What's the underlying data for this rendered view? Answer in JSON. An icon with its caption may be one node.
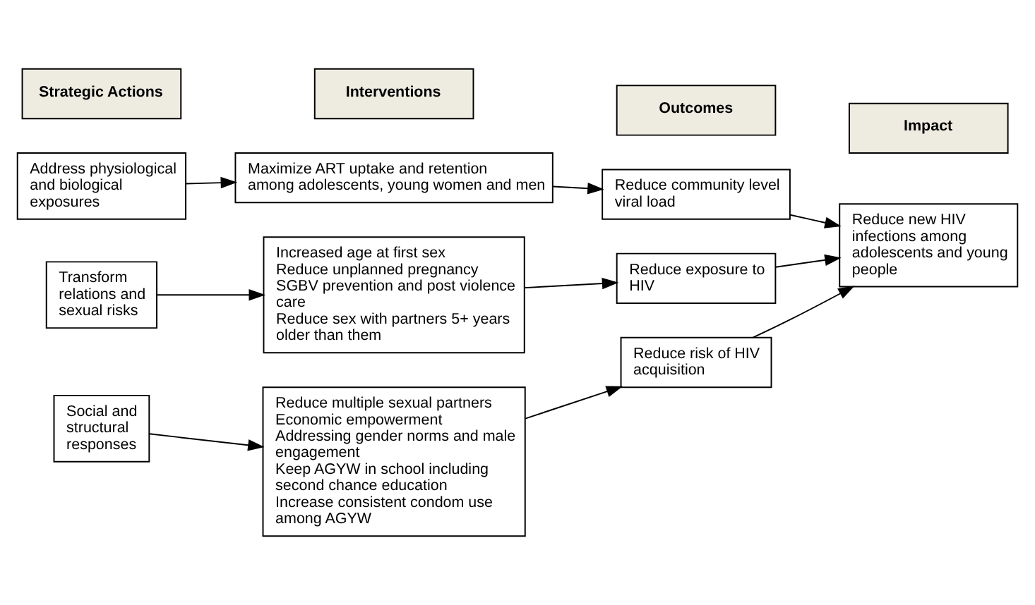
{
  "diagram": {
    "nodes": [
      {
        "text": [
          "Strategic Actions"
        ]
      },
      {
        "text": [
          "Interventions"
        ]
      },
      {
        "text": [
          "Outcomes"
        ]
      },
      {
        "text": [
          "Impact"
        ]
      },
      {
        "text": [
          "Address physiological and biological exposures"
        ]
      },
      {
        "text": [
          "Maximize ART uptake and retention among adolescents, young women and men"
        ]
      },
      {
        "text": [
          "Reduce community level viral load"
        ]
      },
      {
        "text": [
          "Transform relations and sexual risks"
        ]
      },
      {
        "text": [
          "Increased age at first sex",
          "Reduce unplanned pregnancy",
          "SGBV prevention and post violence care",
          "Reduce sex with partners 5+ years older than them"
        ]
      },
      {
        "text": [
          "Reduce exposure to HIV"
        ]
      },
      {
        "text": [
          "Reduce new HIV infections among adolescents and young people"
        ]
      },
      {
        "text": [
          "Social and structural responses"
        ]
      },
      {
        "text": [
          "Reduce multiple sexual partners",
          "Economic empowerment",
          "Addressing gender norms and male engagement",
          "Keep AGYW in school including second chance education",
          "Increase consistent condom use among AGYW"
        ]
      },
      {
        "text": [
          "Reduce risk of HIV acquisition"
        ]
      }
    ],
    "edges": [
      {
        "from": 4,
        "to": 5,
        "arrow": "to"
      },
      {
        "from": 5,
        "to": 6,
        "arrow": "to"
      },
      {
        "from": 6,
        "to": 10,
        "arrow": "to"
      },
      {
        "from": 7,
        "to": 8,
        "arrow": "to"
      },
      {
        "from": 8,
        "to": 9,
        "arrow": "to"
      },
      {
        "from": 9,
        "to": 10,
        "arrow": "to"
      },
      {
        "from": 11,
        "to": 12,
        "arrow": "to"
      },
      {
        "from": 12,
        "to": 13,
        "arrow": "to"
      },
      {
        "from": 13,
        "to": 10,
        "arrow": "to"
      }
    ]
  }
}
